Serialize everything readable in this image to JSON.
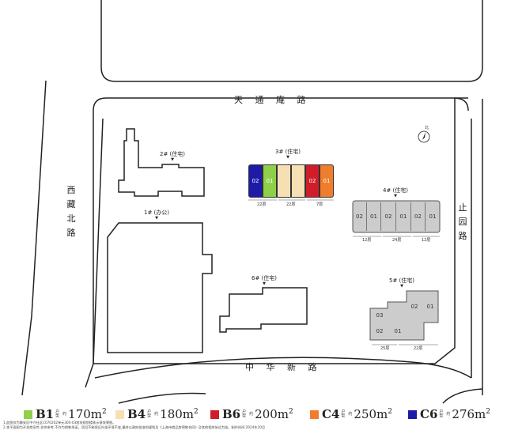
{
  "roads": {
    "north": "天 通 庵 路",
    "south": "中 华 新 路",
    "west": [
      "西",
      "藏",
      "北",
      "路"
    ],
    "east": [
      "止",
      "园",
      "路"
    ]
  },
  "compass_label": "北",
  "buildings": {
    "b1": "1# (办公)",
    "b2": "2# (住宅)",
    "b3": "3# (住宅)",
    "b4": "4# (住宅)",
    "b5": "5# (住宅)",
    "b6": "6# (住宅)"
  },
  "b3_units": [
    {
      "label": "02",
      "color": "#1d1aa8",
      "text_color": "#ffffff"
    },
    {
      "label": "01",
      "color": "#8fd04a",
      "text_color": "#ffffff"
    },
    {
      "label": "",
      "color": "#f7dfb4",
      "text_color": "#ffffff"
    },
    {
      "label": "",
      "color": "#f7dfb4",
      "text_color": "#ffffff"
    },
    {
      "label": "02",
      "color": "#d01d2a",
      "text_color": "#ffffff"
    },
    {
      "label": "01",
      "color": "#f07d2c",
      "text_color": "#ffffff"
    }
  ],
  "b3_dims": [
    "22层",
    "22层",
    "7层"
  ],
  "b4_units": [
    "02",
    "01",
    "02",
    "01",
    "02",
    "01"
  ],
  "b4_dims": [
    "12层",
    "24层",
    "12层"
  ],
  "b5_units": [
    "02",
    "01",
    "03",
    "02",
    "01"
  ],
  "b5_dims": [
    "25层",
    "22层"
  ],
  "legend": [
    {
      "code": "B1",
      "sub1": "户",
      "sub2": "型",
      "prefix": "约",
      "area": "170m",
      "sup": "2",
      "color": "#8fd04a"
    },
    {
      "code": "B4",
      "sub1": "户",
      "sub2": "型",
      "prefix": "约",
      "area": "180m",
      "sup": "2",
      "color": "#f7dfb4"
    },
    {
      "code": "B6",
      "sub1": "户",
      "sub2": "型",
      "prefix": "约",
      "area": "200m",
      "sup": "2",
      "color": "#d01d2a"
    },
    {
      "code": "C4",
      "sub1": "户",
      "sub2": "型",
      "prefix": "约",
      "area": "250m",
      "sup": "2",
      "color": "#f07d2c"
    },
    {
      "code": "C6",
      "sub1": "户",
      "sub2": "型",
      "prefix": "约",
      "area": "276m",
      "sup": "2",
      "color": "#1d1aa8"
    }
  ],
  "notes": [
    "1.此图仅为静安区中兴社区C070202单元304-03地块规划楼栋示意效果图。",
    "2.本平面图为开发商宣传,仅供参考,不作为销售承诺。项目不能保证外部环境不变,最终以政府批准的规划及《上海市商品房预售合同》及其他相关协议为准。制作时间:2024年10月"
  ]
}
